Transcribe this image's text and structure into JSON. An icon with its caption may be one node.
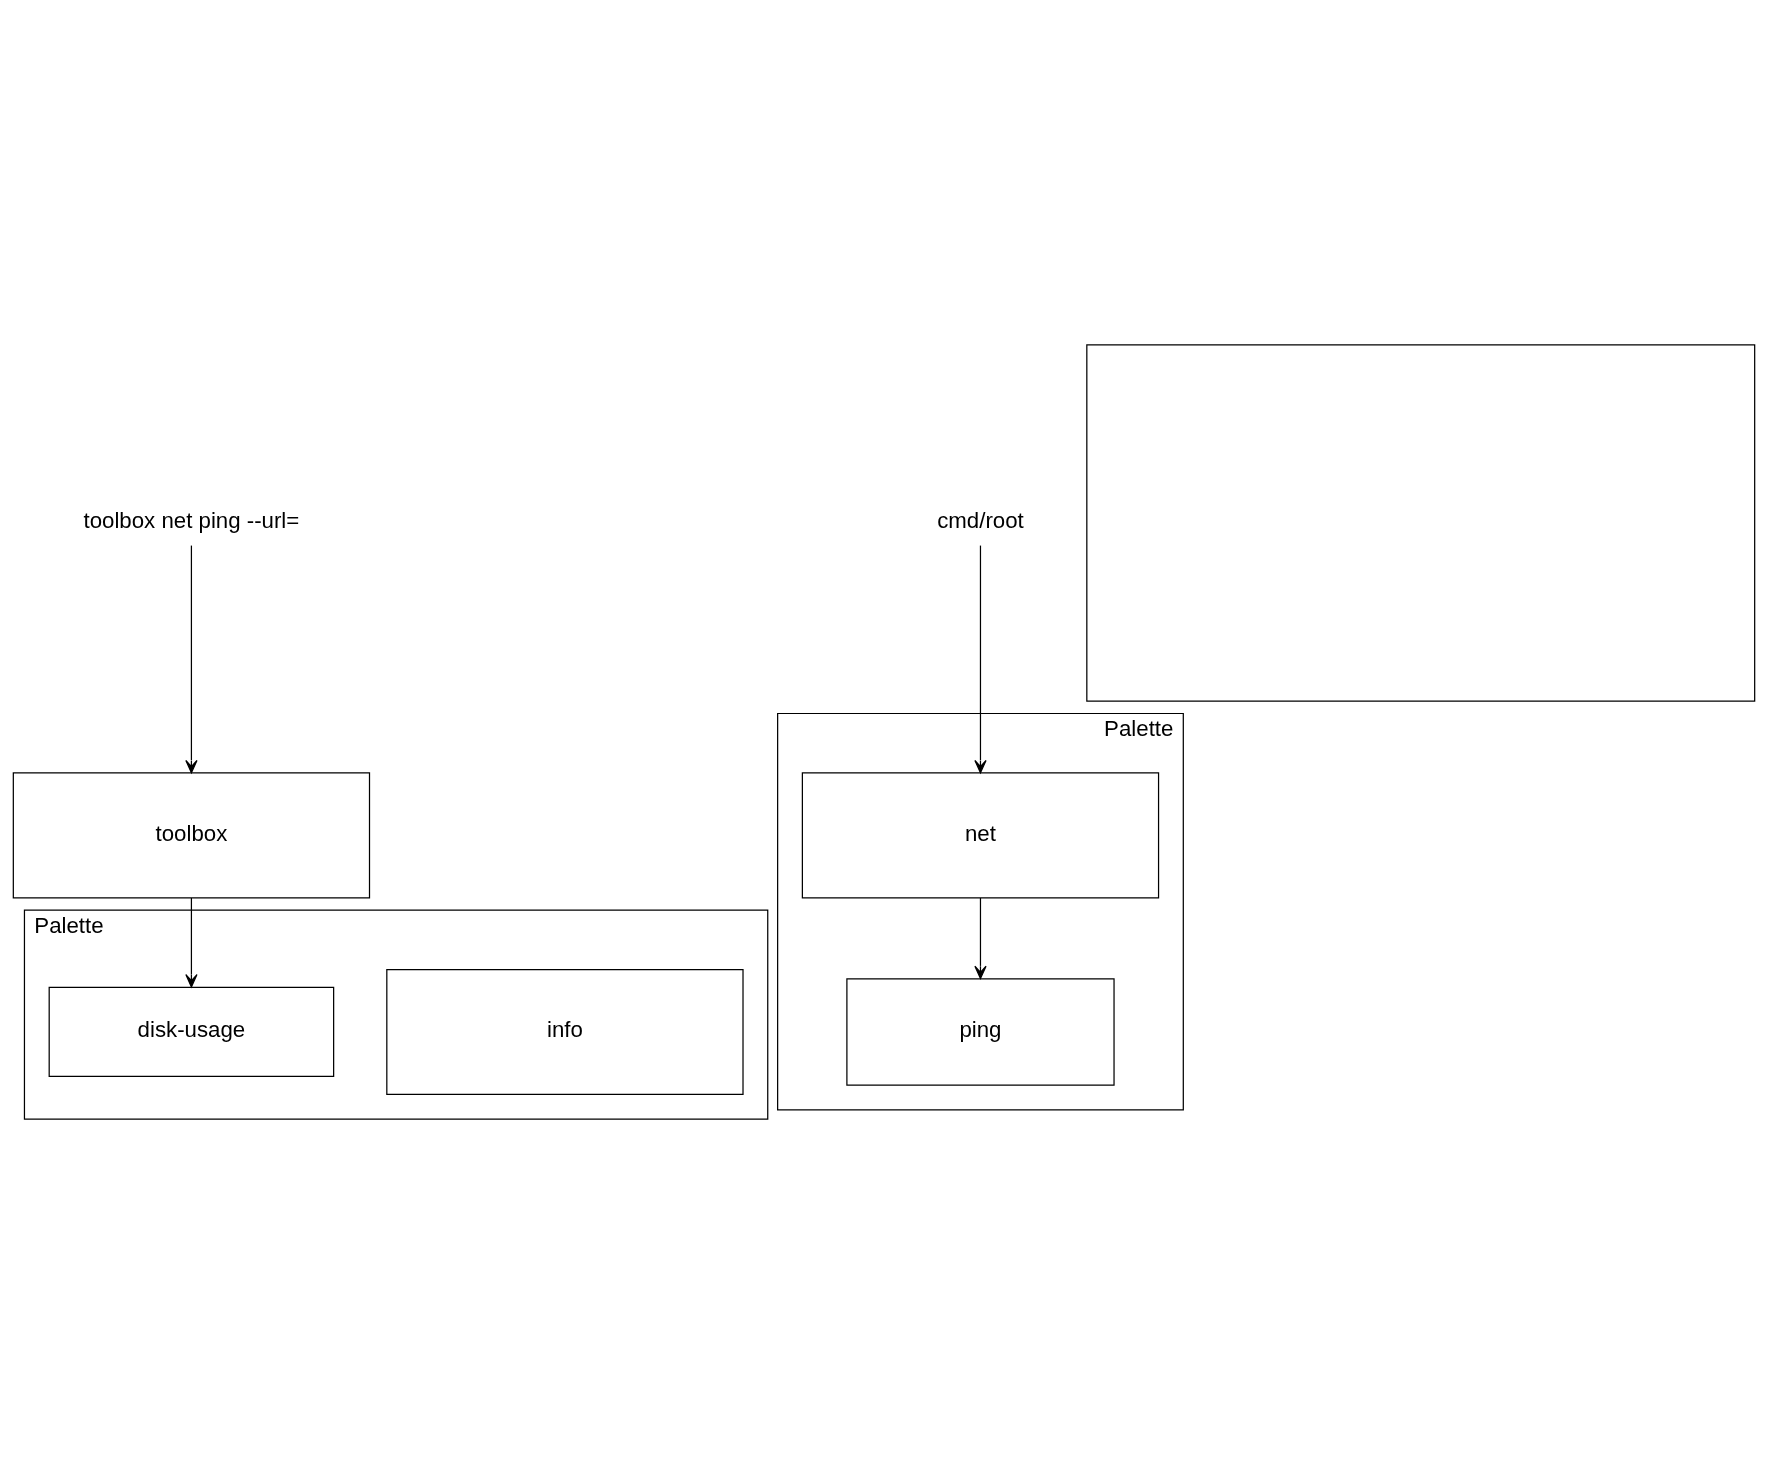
{
  "diagram": {
    "nodes": [
      {
        "text": [
          "toolbox net ping --url="
        ]
      },
      {
        "text": [
          "toolbox"
        ]
      },
      {
        "text": [
          "cmd/root"
        ]
      },
      {
        "text": [
          "Palette"
        ]
      },
      {
        "text": [
          "info"
        ],
        "in": 3
      },
      {
        "text": [
          "disk-usage"
        ],
        "in": 3
      },
      {
        "text": [
          "Palette"
        ]
      },
      {
        "text": [
          "net"
        ],
        "in": 6
      },
      {
        "text": [
          "ping"
        ],
        "in": 6
      },
      {
        "text": [],
        "shape": "box"
      }
    ],
    "edges": [
      {
        "from": 0,
        "to": 1,
        "arrow": "to"
      },
      {
        "from": 1,
        "to": 5,
        "arrow": "to"
      },
      {
        "from": 2,
        "to": 7,
        "arrow": "to"
      },
      {
        "from": 7,
        "to": 8,
        "arrow": "to"
      }
    ]
  }
}
